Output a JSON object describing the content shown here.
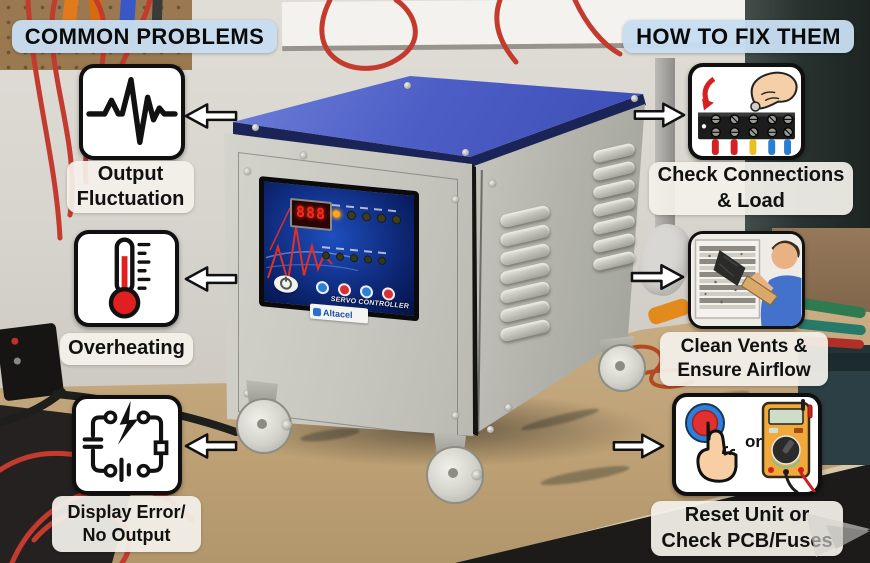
{
  "infographic": {
    "headers": {
      "left": "COMMON PROBLEMS",
      "right": "HOW TO FIX THEM"
    },
    "problems": [
      {
        "icon": "waveform-icon",
        "lines": [
          "Output",
          "Fluctuation"
        ]
      },
      {
        "icon": "thermometer-icon",
        "lines": [
          "Overheating"
        ]
      },
      {
        "icon": "broken-circuit-icon",
        "lines": [
          "Display Error/",
          "No Output"
        ]
      }
    ],
    "fixes": [
      {
        "icon": "terminal-block-tighten-icon",
        "lines": [
          "Check Connections",
          "& Load"
        ]
      },
      {
        "icon": "vent-cleaning-photo",
        "lines": [
          "Clean Vents &",
          "Ensure Airflow"
        ]
      },
      {
        "icon": "reset-button-or-multimeter-icon",
        "or_label": "or",
        "lines": [
          "Reset Unit or",
          "Check PCB/Fuses"
        ]
      }
    ]
  },
  "device": {
    "display_value": "888",
    "panel_title": "SERVO CONTROLLER",
    "brand": "Altacel"
  },
  "colors": {
    "header_bg": "#c7ddf0",
    "label_bg": "#f2f0ea",
    "icon_box_border": "#101010",
    "arrow_fill": "#ffffff",
    "lid_blue": "#4d5fc6",
    "panel_blue": "#123188",
    "seven_segment_red": "#ff2518",
    "button_red": "#d83030",
    "button_blue": "#2e7fd8",
    "thermometer_red": "#e02020",
    "wire_red": "#c23b2e"
  }
}
